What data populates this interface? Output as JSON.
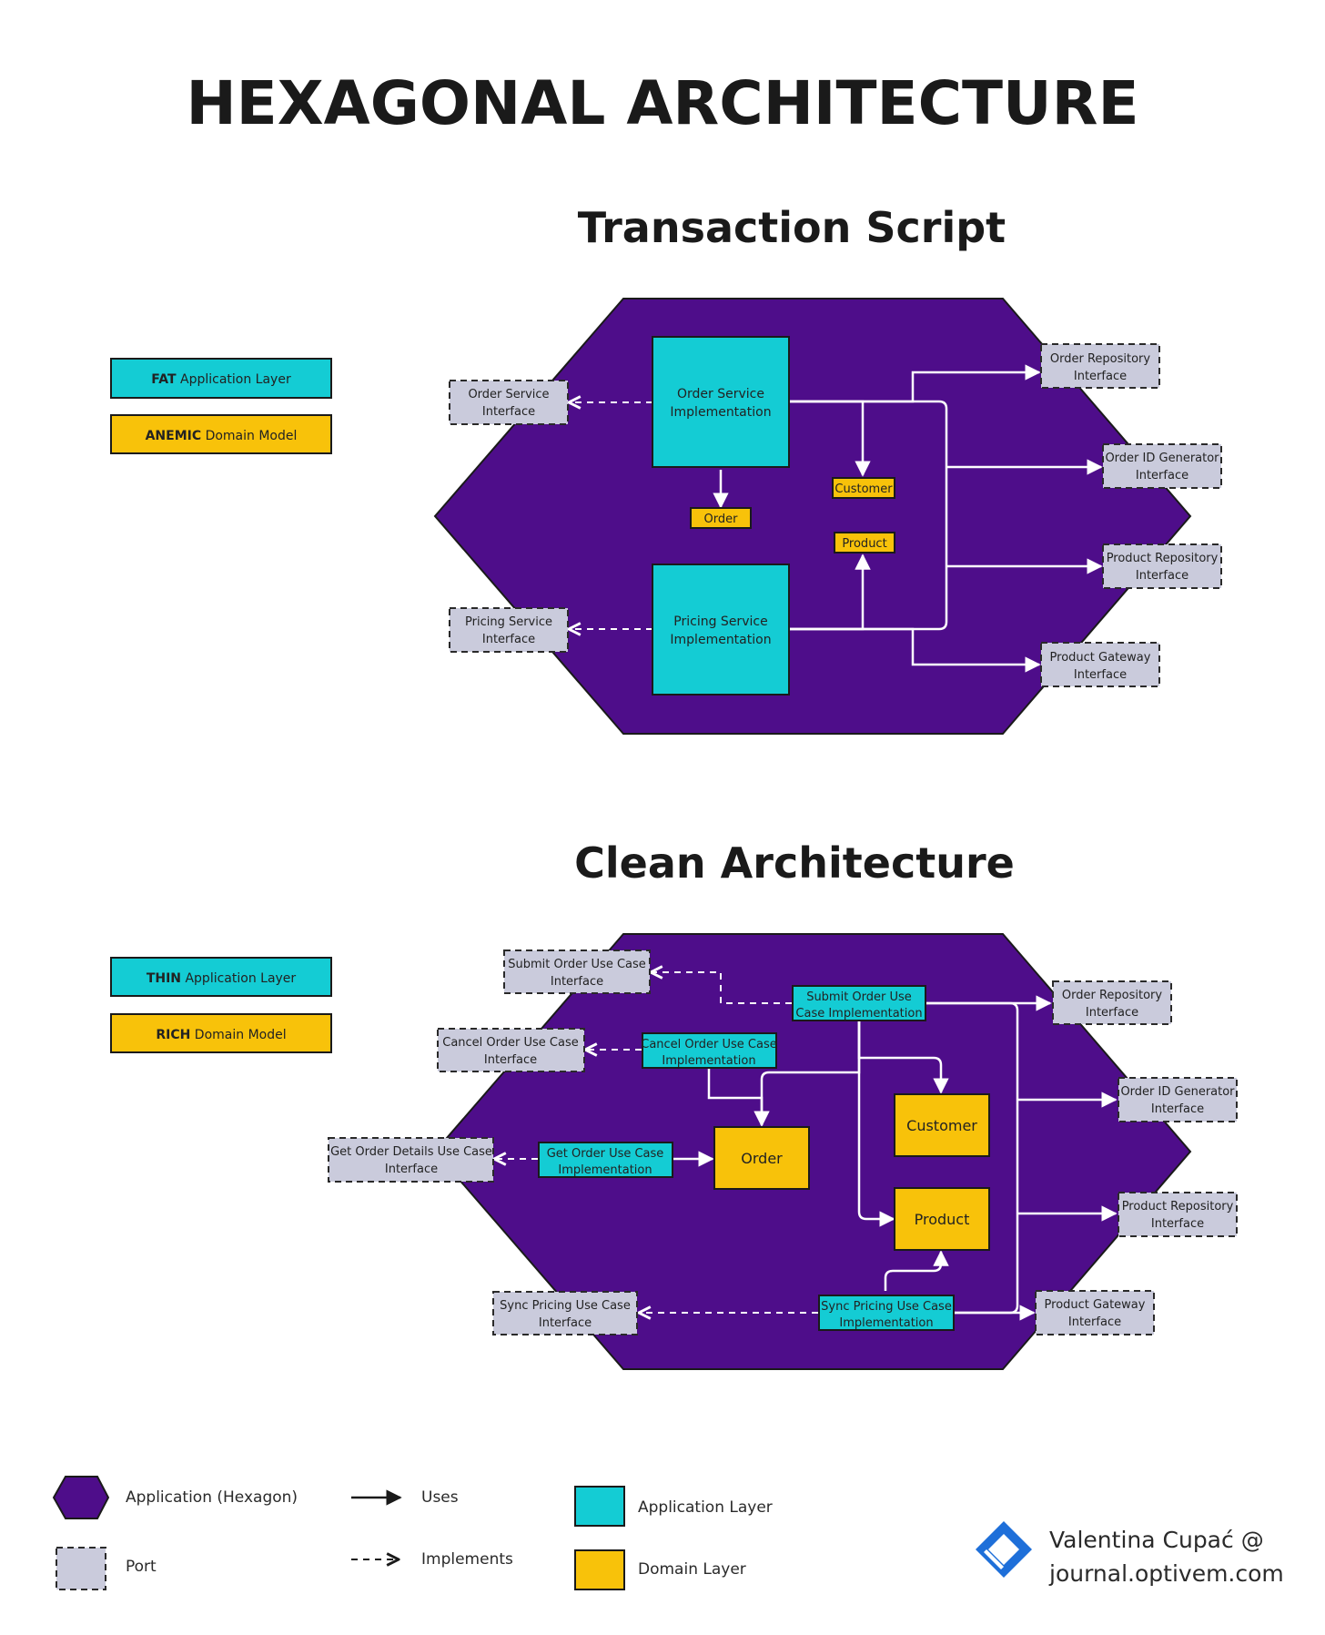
{
  "title": "HEXAGONAL ARCHITECTURE",
  "transaction_script": {
    "heading": "Transaction Script",
    "badges": [
      {
        "bold": "FAT",
        "rest": " Application Layer"
      },
      {
        "bold": "ANEMIC",
        "rest": " Domain Model"
      }
    ],
    "order_service_impl": [
      "Order Service",
      "Implementation"
    ],
    "pricing_service_impl": [
      "Pricing Service",
      "Implementation"
    ],
    "order_service_if": [
      "Order Service",
      "Interface"
    ],
    "pricing_service_if": [
      "Pricing Service",
      "Interface"
    ],
    "order": "Order",
    "customer": "Customer",
    "product": "Product",
    "order_repo": [
      "Order Repository",
      "Interface"
    ],
    "order_id_gen": [
      "Order ID Generator",
      "Interface"
    ],
    "product_repo": [
      "Product Repository",
      "Interface"
    ],
    "product_gateway": [
      "Product Gateway",
      "Interface"
    ]
  },
  "clean_architecture": {
    "heading": "Clean Architecture",
    "badges": [
      {
        "bold": "THIN",
        "rest": " Application Layer"
      },
      {
        "bold": "RICH",
        "rest": " Domain Model"
      }
    ],
    "submit_if": [
      "Submit Order Use Case",
      "Interface"
    ],
    "submit_impl": [
      "Submit Order Use",
      "Case Implementation"
    ],
    "cancel_if": [
      "Cancel Order Use Case",
      "Interface"
    ],
    "cancel_impl": [
      "Cancel Order Use Case",
      "Implementation"
    ],
    "getorder_if": [
      "Get Order Details Use Case",
      "Interface"
    ],
    "getorder_impl": [
      "Get Order Use Case",
      "Implementation"
    ],
    "sync_if": [
      "Sync Pricing Use Case",
      "Interface"
    ],
    "sync_impl": [
      "Sync Pricing Use Case",
      "Implementation"
    ],
    "order": "Order",
    "customer": "Customer",
    "product": "Product",
    "order_repo": [
      "Order Repository",
      "Interface"
    ],
    "order_id_gen": [
      "Order ID Generator",
      "Interface"
    ],
    "product_repo": [
      "Product Repository",
      "Interface"
    ],
    "product_gateway": [
      "Product Gateway",
      "Interface"
    ]
  },
  "legend": {
    "hexagon": "Application (Hexagon)",
    "port": "Port",
    "uses": "Uses",
    "implements": "Implements",
    "app_layer": "Application Layer",
    "domain_layer": "Domain Layer"
  },
  "author": {
    "line1": "Valentina Cupać @",
    "line2": "journal.optivem.com"
  },
  "colors": {
    "hexagon": "#4E0D8A",
    "application_layer": "#14CCD4",
    "domain_layer": "#F8C20A",
    "port": "#CACBDC",
    "logo": "#1E6FD9"
  }
}
